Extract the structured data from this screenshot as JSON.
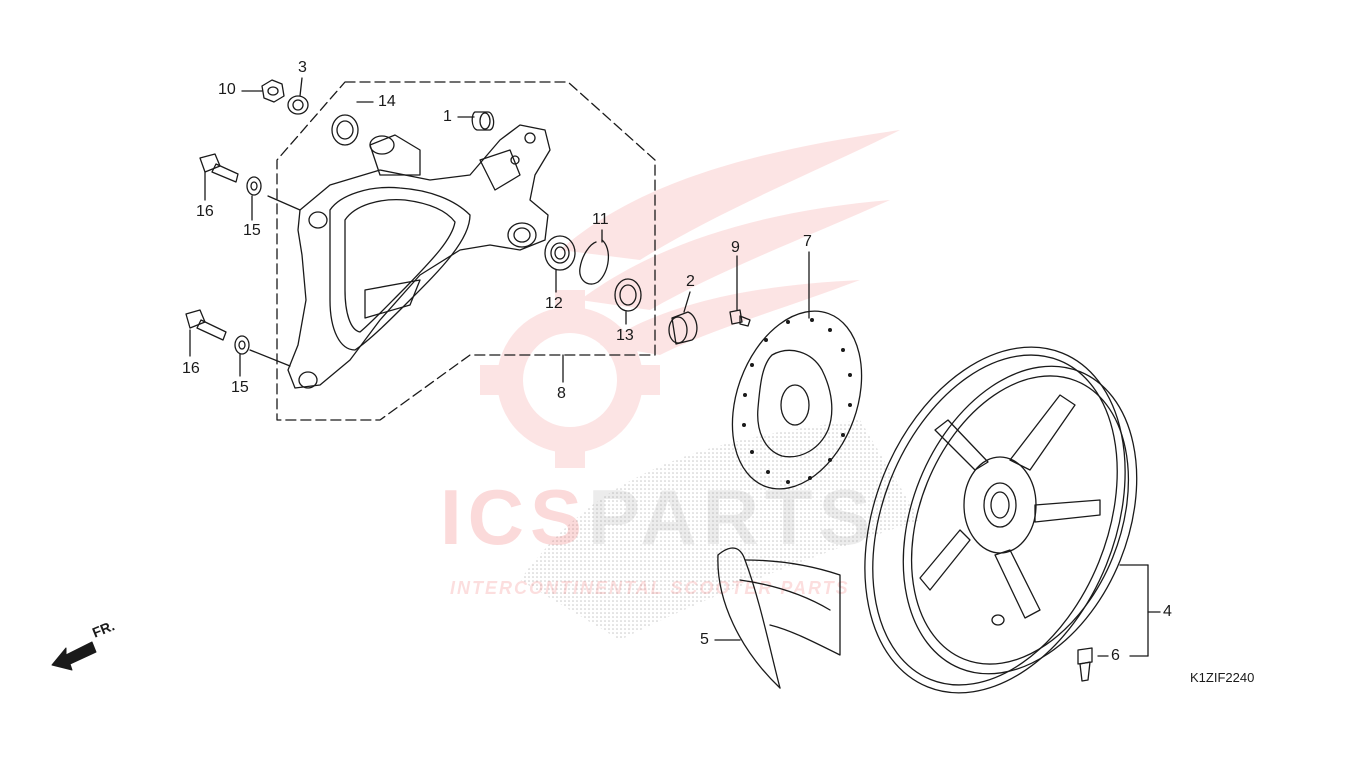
{
  "diagram": {
    "code": "K1ZIF2240",
    "direction_label": "FR.",
    "watermark": {
      "brand_left": "ICS",
      "brand_right": "PARTS",
      "tagline": "INTERCONTINENTAL SCOOTER PARTS"
    },
    "callouts": [
      {
        "id": "c1",
        "text": "1"
      },
      {
        "id": "c2",
        "text": "2"
      },
      {
        "id": "c3",
        "text": "3"
      },
      {
        "id": "c4",
        "text": "4"
      },
      {
        "id": "c5",
        "text": "5"
      },
      {
        "id": "c6",
        "text": "6"
      },
      {
        "id": "c7",
        "text": "7"
      },
      {
        "id": "c8",
        "text": "8"
      },
      {
        "id": "c9",
        "text": "9"
      },
      {
        "id": "c10",
        "text": "10"
      },
      {
        "id": "c11",
        "text": "11"
      },
      {
        "id": "c12",
        "text": "12"
      },
      {
        "id": "c13",
        "text": "13"
      },
      {
        "id": "c14",
        "text": "14"
      },
      {
        "id": "c15a",
        "text": "15"
      },
      {
        "id": "c15b",
        "text": "15"
      },
      {
        "id": "c16a",
        "text": "16"
      },
      {
        "id": "c16b",
        "text": "16"
      }
    ],
    "colors": {
      "line": "#1a1a1a",
      "watermark_red": "#ee3a3a",
      "watermark_gray": "#9a9a9a"
    }
  }
}
